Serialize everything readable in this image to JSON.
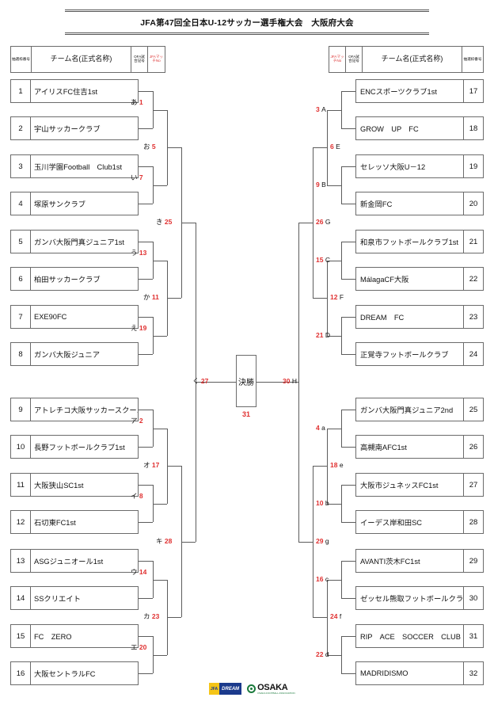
{
  "title": "JFA第47回全日本U-12サッカー選手権大会　大阪府大会",
  "headers": {
    "draw_no": "抽選枠番号",
    "team_name": "チーム名(正式名称)",
    "ofa_code": "OFA試合記号",
    "jfa_match_no": "JFAマッチNo"
  },
  "final": {
    "label": "決勝",
    "match_no": "31",
    "left_feed": {
      "no": "27",
      "sym": "く"
    },
    "right_feed": {
      "no": "30",
      "sym": "H"
    }
  },
  "logos": {
    "jfa_left": "JFA",
    "jfa_right": "DREAM",
    "osaka": "OSAKA",
    "osaka_sub": "OSAKA FOOTBALL ASSOCIATION"
  },
  "teams_left": [
    {
      "draw": "1",
      "name": "アイリスFC住吉1st"
    },
    {
      "draw": "2",
      "name": "宇山サッカークラブ"
    },
    {
      "draw": "3",
      "name": "玉川学園Football　Club1st"
    },
    {
      "draw": "4",
      "name": "塚原サンクラブ"
    },
    {
      "draw": "5",
      "name": "ガンバ大阪門真ジュニア1st"
    },
    {
      "draw": "6",
      "name": "柏田サッカークラブ"
    },
    {
      "draw": "7",
      "name": "EXE90FC"
    },
    {
      "draw": "8",
      "name": "ガンバ大阪ジュニア"
    },
    {
      "draw": "9",
      "name": "アトレチコ大阪サッカースクール"
    },
    {
      "draw": "10",
      "name": "長野フットボールクラブ1st"
    },
    {
      "draw": "11",
      "name": "大阪狭山SC1st"
    },
    {
      "draw": "12",
      "name": "石切東FC1st"
    },
    {
      "draw": "13",
      "name": "ASGジュニオール1st"
    },
    {
      "draw": "14",
      "name": "SSクリエイト"
    },
    {
      "draw": "15",
      "name": "FC　ZERO"
    },
    {
      "draw": "16",
      "name": "大阪セントラルFC"
    }
  ],
  "teams_right": [
    {
      "draw": "17",
      "name": "ENCスポーツクラブ1st"
    },
    {
      "draw": "18",
      "name": "GROW　UP　FC"
    },
    {
      "draw": "19",
      "name": "セレッソ大阪U－12"
    },
    {
      "draw": "20",
      "name": "新金岡FC"
    },
    {
      "draw": "21",
      "name": "和泉市フットボールクラブ1st"
    },
    {
      "draw": "22",
      "name": "MálagaCF大阪"
    },
    {
      "draw": "23",
      "name": "DREAM　FC"
    },
    {
      "draw": "24",
      "name": "正覚寺フットボールクラブ"
    },
    {
      "draw": "25",
      "name": "ガンバ大阪門真ジュニア2nd"
    },
    {
      "draw": "26",
      "name": "高槻南AFC1st"
    },
    {
      "draw": "27",
      "name": "大阪市ジュネッスFC1st"
    },
    {
      "draw": "28",
      "name": "イーデス岸和田SC"
    },
    {
      "draw": "29",
      "name": "AVANTI茨木FC1st"
    },
    {
      "draw": "30",
      "name": "ゼッセル熊取フットボールクラブ"
    },
    {
      "draw": "31",
      "name": "RIP　ACE　SOCCER　CLUB"
    },
    {
      "draw": "32",
      "name": "MADRIDISMO"
    }
  ],
  "matches_left": [
    {
      "id": "L-r1-1",
      "sym": "あ",
      "no": "1"
    },
    {
      "id": "L-r1-2",
      "sym": "い",
      "no": "7"
    },
    {
      "id": "L-r1-3",
      "sym": "う",
      "no": "13"
    },
    {
      "id": "L-r1-4",
      "sym": "え",
      "no": "19"
    },
    {
      "id": "L-r1-5",
      "sym": "ア",
      "no": "2"
    },
    {
      "id": "L-r1-6",
      "sym": "イ",
      "no": "8"
    },
    {
      "id": "L-r1-7",
      "sym": "ウ",
      "no": "14"
    },
    {
      "id": "L-r1-8",
      "sym": "エ",
      "no": "20"
    },
    {
      "id": "L-r2-1",
      "sym": "お",
      "no": "5"
    },
    {
      "id": "L-r2-2",
      "sym": "か",
      "no": "11"
    },
    {
      "id": "L-r2-3",
      "sym": "オ",
      "no": "17"
    },
    {
      "id": "L-r2-4",
      "sym": "カ",
      "no": "23"
    },
    {
      "id": "L-r3-1",
      "sym": "き",
      "no": "25"
    },
    {
      "id": "L-r3-2",
      "sym": "キ",
      "no": "28"
    },
    {
      "id": "L-r4-1",
      "sym": "く",
      "no": "27"
    }
  ],
  "matches_right": [
    {
      "id": "R-r1-1",
      "no": "3",
      "sym": "A"
    },
    {
      "id": "R-r1-2",
      "no": "9",
      "sym": "B"
    },
    {
      "id": "R-r1-3",
      "no": "15",
      "sym": "C"
    },
    {
      "id": "R-r1-4",
      "no": "21",
      "sym": "D"
    },
    {
      "id": "R-r1-5",
      "no": "4",
      "sym": "a"
    },
    {
      "id": "R-r1-6",
      "no": "10",
      "sym": "b"
    },
    {
      "id": "R-r1-7",
      "no": "16",
      "sym": "c"
    },
    {
      "id": "R-r1-8",
      "no": "22",
      "sym": "d"
    },
    {
      "id": "R-r2-1",
      "no": "6",
      "sym": "E"
    },
    {
      "id": "R-r2-2",
      "no": "12",
      "sym": "F"
    },
    {
      "id": "R-r2-3",
      "no": "18",
      "sym": "e"
    },
    {
      "id": "R-r2-4",
      "no": "24",
      "sym": "f"
    },
    {
      "id": "R-r3-1",
      "no": "26",
      "sym": "G"
    },
    {
      "id": "R-r3-2",
      "no": "29",
      "sym": "g"
    },
    {
      "id": "R-r4-1",
      "no": "30",
      "sym": "H"
    }
  ]
}
